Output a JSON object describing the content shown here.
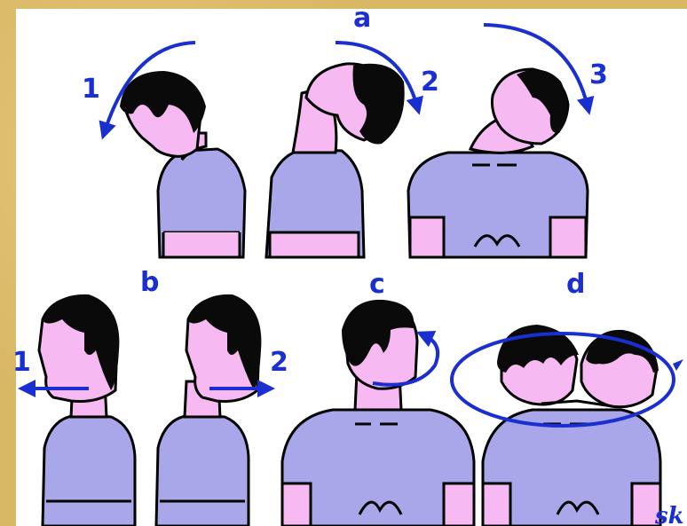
{
  "labels": {
    "a": "a",
    "b": "b",
    "c": "c",
    "d": "d",
    "a1": "1",
    "a2": "2",
    "a3": "3",
    "b1": "1",
    "b2": "2"
  },
  "signature": "sk",
  "colors": {
    "skin": "#f7b9f2",
    "shirt": "#a9a7ea",
    "hair": "#0a0a0a",
    "arrow": "#1a2fd0",
    "background": "#d8b765"
  }
}
